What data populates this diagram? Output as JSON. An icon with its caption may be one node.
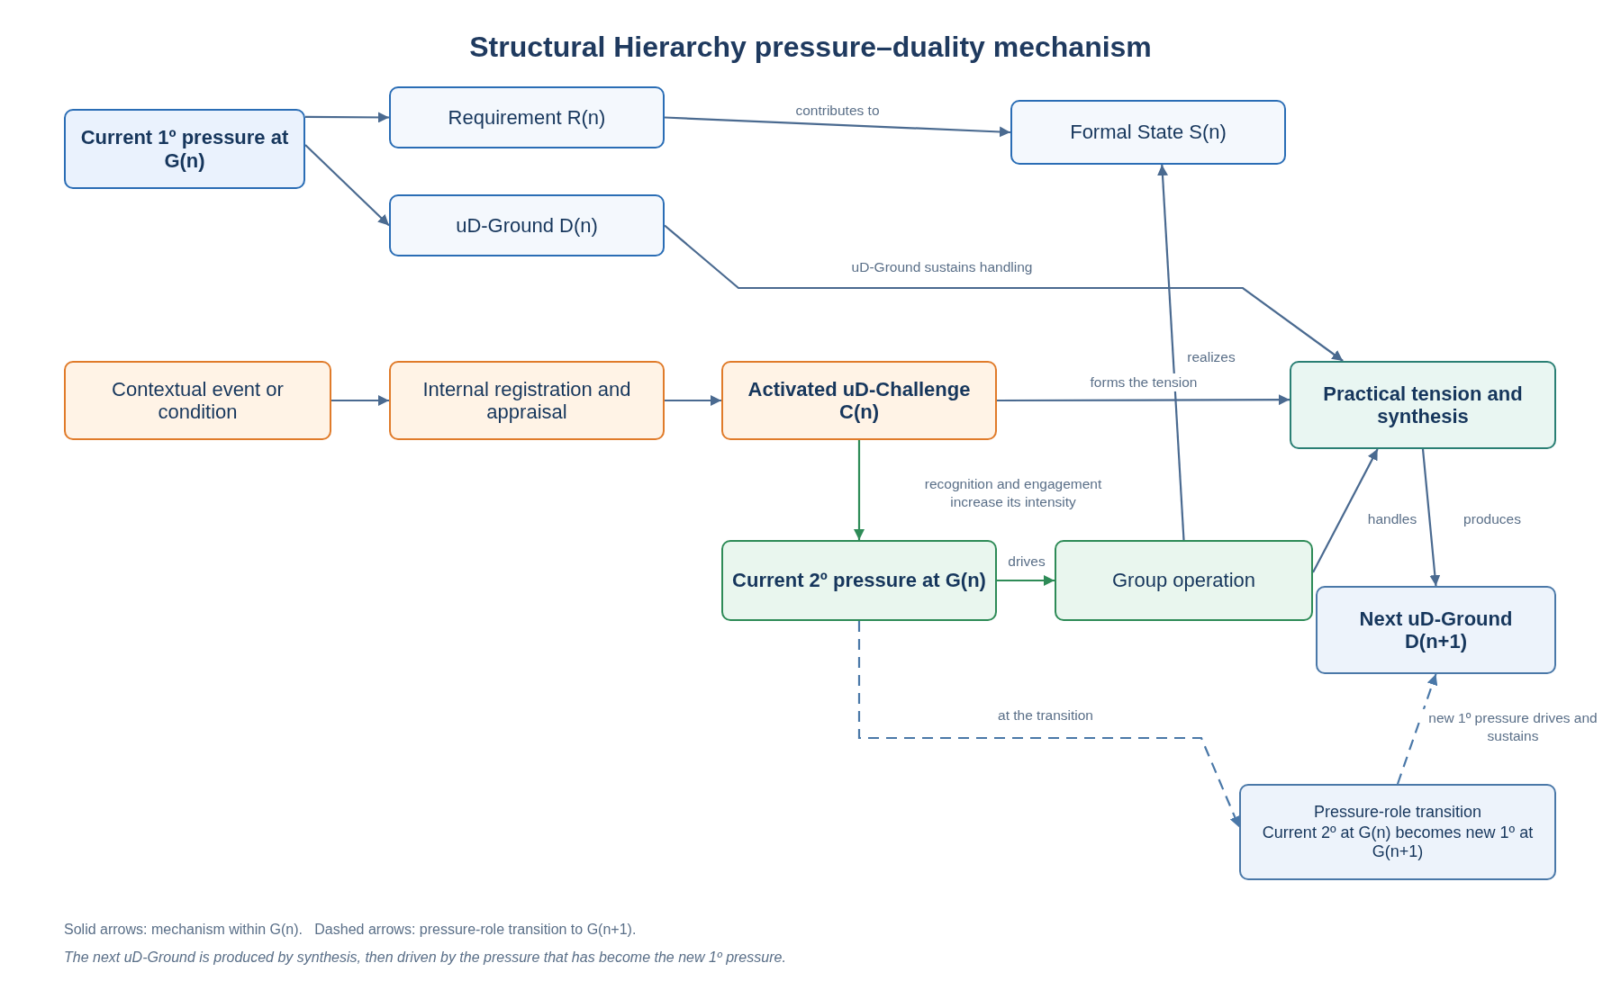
{
  "diagram": {
    "title": "Structural Hierarchy pressure–duality mechanism",
    "nodes": [
      {
        "text": [
          "Current 1º pressure at G(n)"
        ]
      },
      {
        "text": [
          "Requirement  R(n)"
        ]
      },
      {
        "text": [
          "uD-Ground  D(n)"
        ]
      },
      {
        "text": [
          "Formal State  S(n)"
        ]
      },
      {
        "text": [
          "Contextual event or condition"
        ]
      },
      {
        "text": [
          "Internal registration and appraisal"
        ]
      },
      {
        "text": [
          "Activated uD-Challenge  C(n)"
        ]
      },
      {
        "text": [
          "Practical tension and synthesis"
        ]
      },
      {
        "text": [
          "Current 2º pressure at G(n)"
        ]
      },
      {
        "text": [
          "Group operation"
        ]
      },
      {
        "text": [
          "Next uD-Ground D(n+1)"
        ]
      },
      {
        "text": [
          "Pressure-role transition",
          "Current 2º at G(n) becomes new 1º at G(n+1)"
        ]
      }
    ],
    "edges": [
      {
        "from": 0,
        "to": 1,
        "arrow": "to"
      },
      {
        "from": 0,
        "to": 2,
        "arrow": "to"
      },
      {
        "from": 1,
        "to": 3,
        "arrow": "to",
        "label": "contributes to"
      },
      {
        "from": 2,
        "to": 7,
        "arrow": "to",
        "label": "uD-Ground sustains handling"
      },
      {
        "from": 4,
        "to": 5,
        "arrow": "to"
      },
      {
        "from": 5,
        "to": 6,
        "arrow": "to"
      },
      {
        "from": 6,
        "to": 7,
        "arrow": "to",
        "label": "forms the tension"
      },
      {
        "from": 6,
        "to": 8,
        "arrow": "to",
        "label": "recognition and engagement increase its intensity",
        "color": "#2e8b57"
      },
      {
        "from": 8,
        "to": 9,
        "arrow": "to",
        "label": "drives",
        "color": "#2e8b57"
      },
      {
        "from": 9,
        "to": 3,
        "arrow": "to",
        "label": "realizes"
      },
      {
        "from": 9,
        "to": 7,
        "arrow": "to",
        "label": "handles"
      },
      {
        "from": 7,
        "to": 10,
        "arrow": "to",
        "label": "produces"
      },
      {
        "from": 8,
        "to": 11,
        "arrow": "to",
        "label": "at the transition",
        "style": "dashed",
        "color": "#4a78a8"
      },
      {
        "from": 11,
        "to": 10,
        "arrow": "to",
        "label": "new 1º pressure drives and sustains",
        "style": "dashed",
        "color": "#4a78a8"
      }
    ],
    "labels": [
      "Solid arrows: mechanism within G(n).   Dashed arrows: pressure-role transition to G(n+1).",
      "The next uD-Ground is produced by synthesis, then driven by the pressure that has become the new 1º pressure."
    ]
  }
}
